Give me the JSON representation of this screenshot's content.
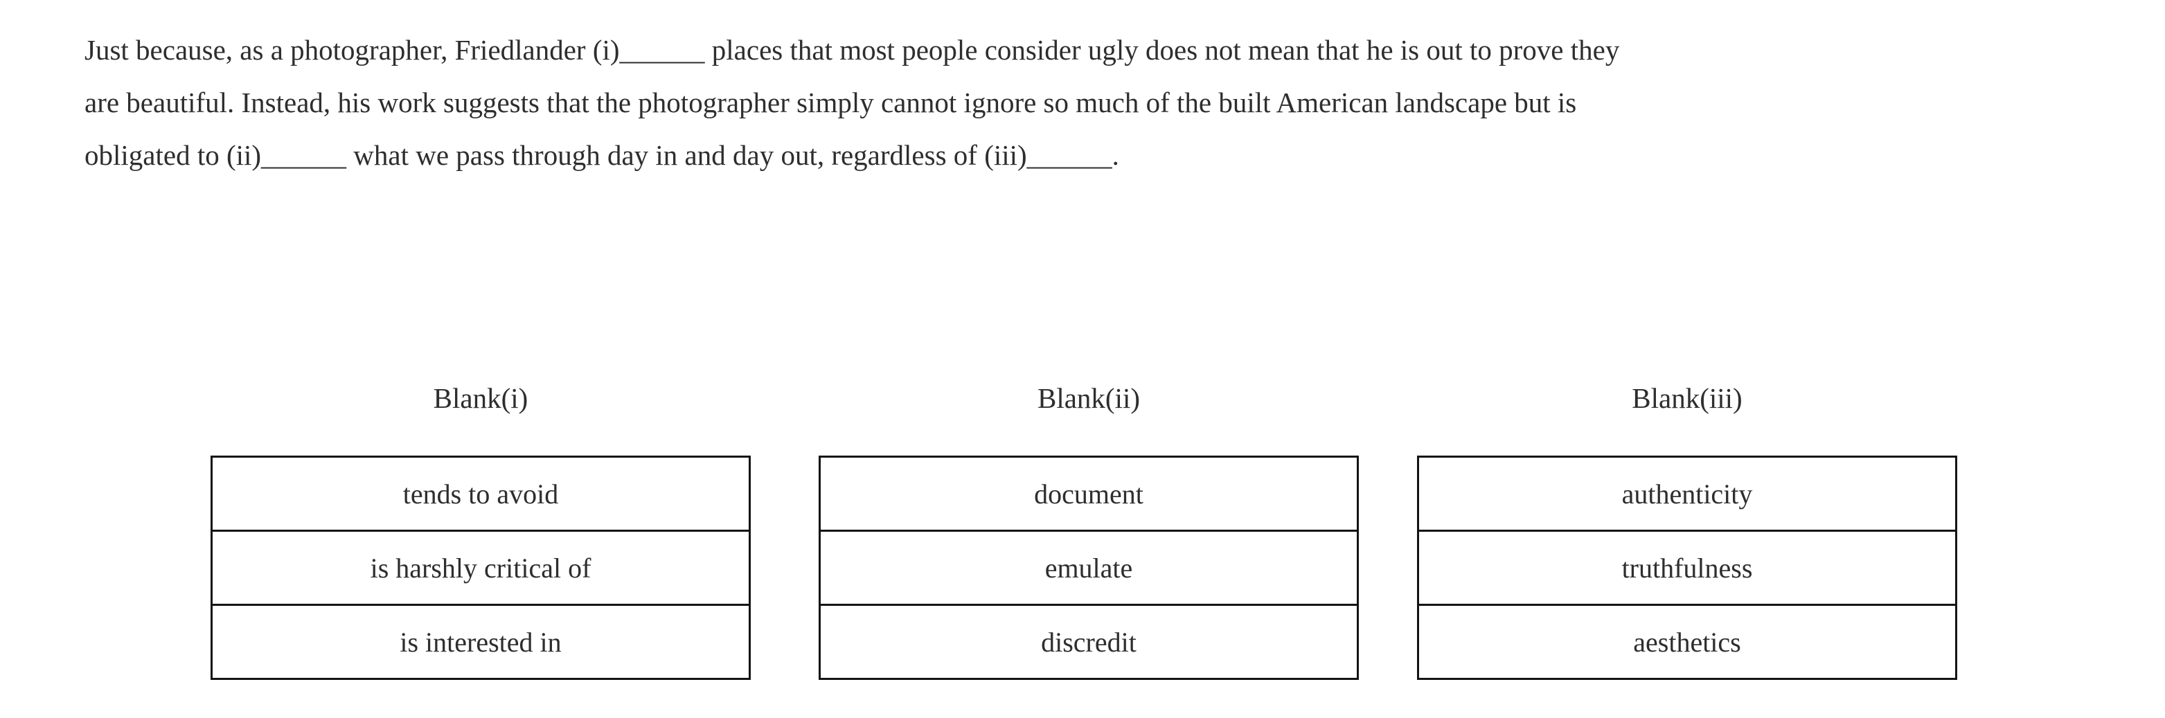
{
  "passage": {
    "lines": [
      "Just because, as a photographer, Friedlander (i)______ places that most people consider ugly does not mean that he is out to prove they",
      "are beautiful. Instead, his work suggests that the photographer simply cannot ignore so much of the built American landscape but is",
      "obligated to (ii)______ what we pass through day in and day out, regardless of (iii)______."
    ]
  },
  "blanks": [
    {
      "label": "Blank(i)",
      "options": [
        "tends to avoid",
        "is harshly critical of",
        "is interested in"
      ]
    },
    {
      "label": "Blank(ii)",
      "options": [
        "document",
        "emulate",
        "discredit"
      ]
    },
    {
      "label": "Blank(iii)",
      "options": [
        "authenticity",
        "truthfulness",
        "aesthetics"
      ]
    }
  ],
  "colors": {
    "background": "#ffffff",
    "text": "#2e2e2e",
    "table_border": "#141414"
  }
}
